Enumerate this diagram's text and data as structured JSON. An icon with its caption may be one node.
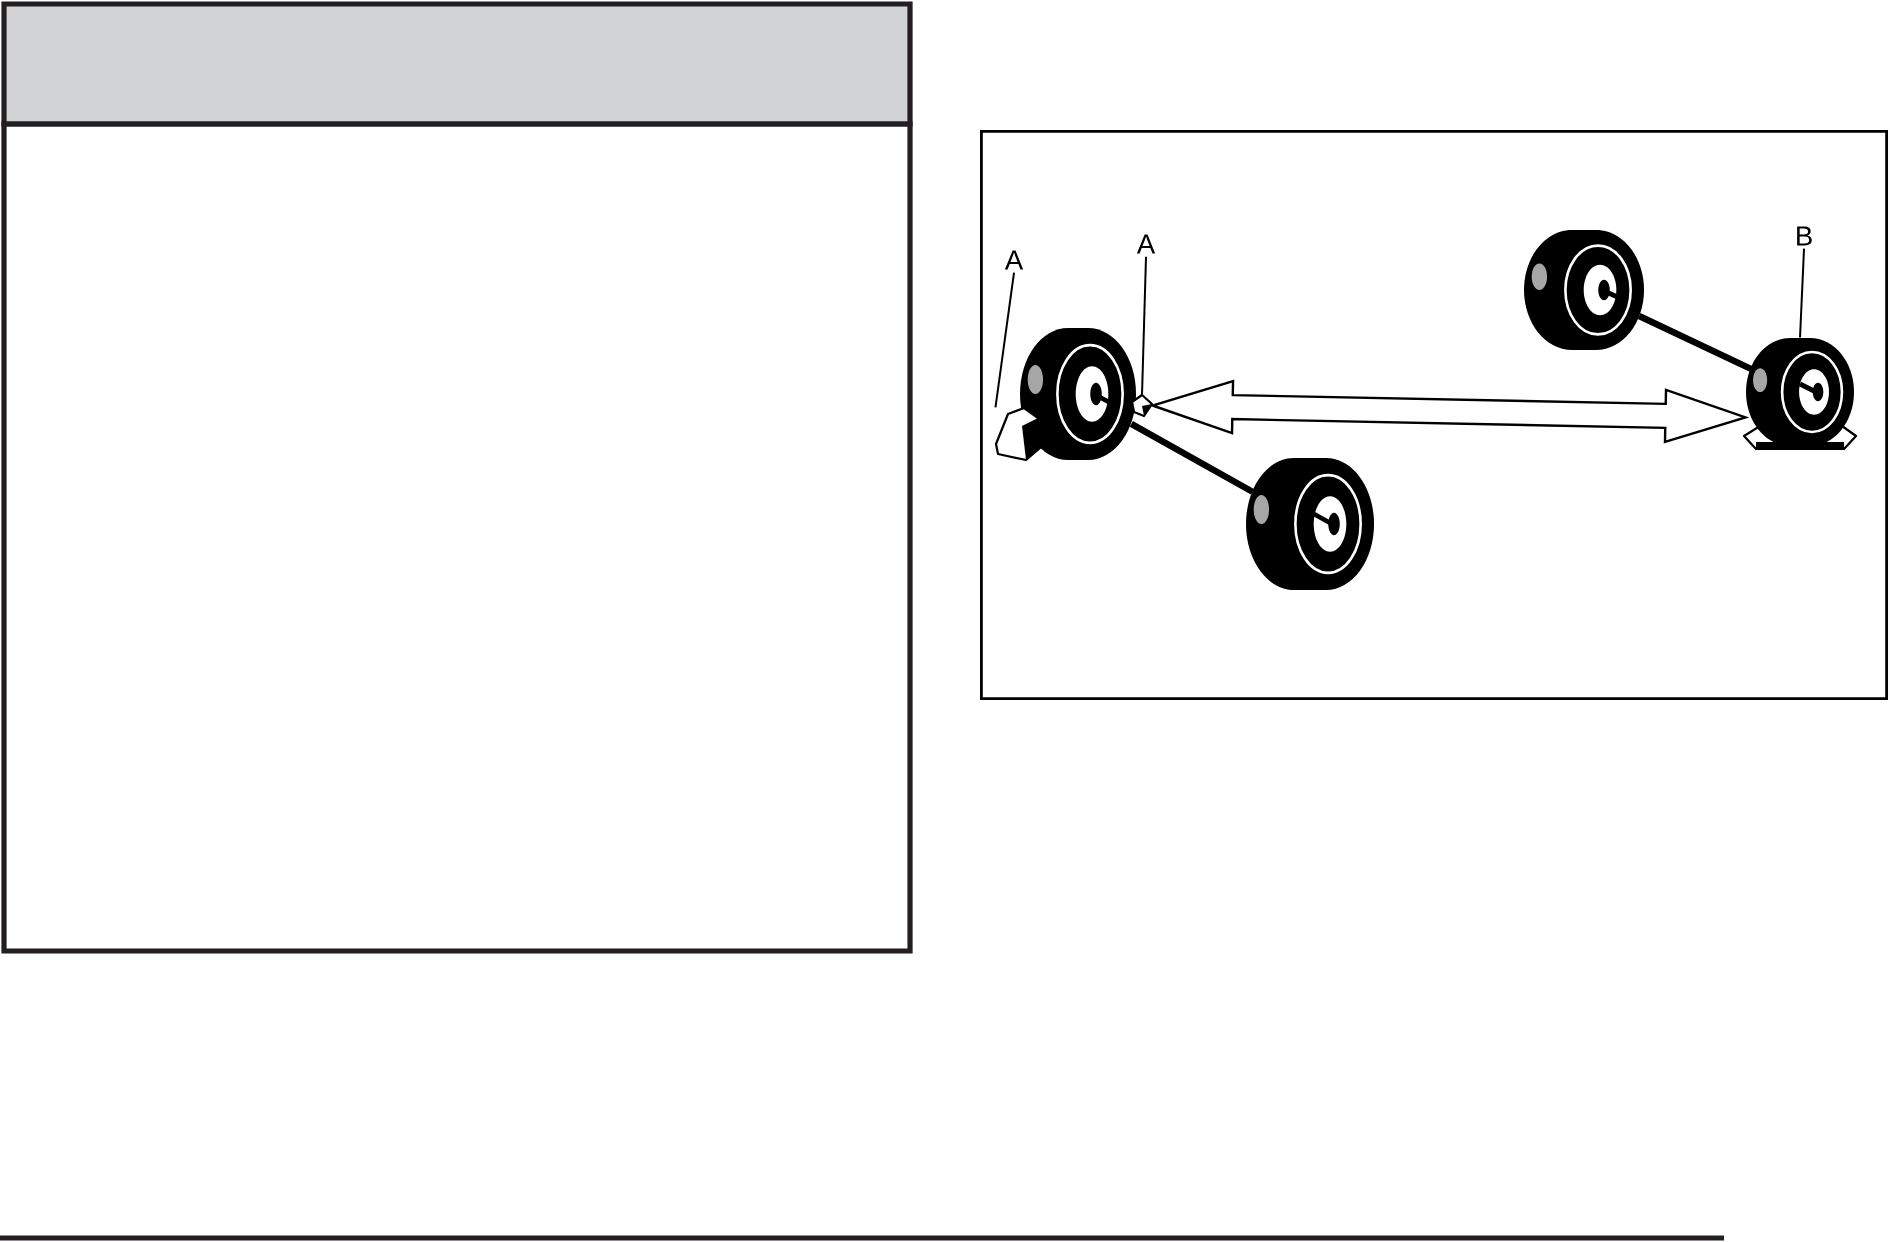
{
  "diagram": {
    "nodes": [
      {
        "text": [
          "A"
        ]
      },
      {
        "text": [
          "A"
        ]
      },
      {
        "text": [
          "B"
        ]
      },
      {
        "text": [],
        "shape": "block"
      },
      {
        "text": [],
        "shape": "block"
      },
      {
        "text": [],
        "shape": "block"
      },
      {
        "text": [],
        "shape": "wheel"
      },
      {
        "text": [],
        "shape": "wheel"
      },
      {
        "text": [],
        "shape": "wheel"
      },
      {
        "text": [],
        "shape": "wheel"
      }
    ],
    "edges": [
      {
        "from": 0,
        "to": 3,
        "arrow": "none"
      },
      {
        "from": 1,
        "to": 4,
        "arrow": "none"
      },
      {
        "from": 2,
        "to": 9,
        "arrow": "none"
      },
      {
        "from": 4,
        "to": 9,
        "arrow": "both"
      },
      {
        "from": 6,
        "to": 7,
        "arrow": "none",
        "style": "thick"
      },
      {
        "from": 8,
        "to": 9,
        "arrow": "none",
        "style": "thick"
      }
    ]
  }
}
